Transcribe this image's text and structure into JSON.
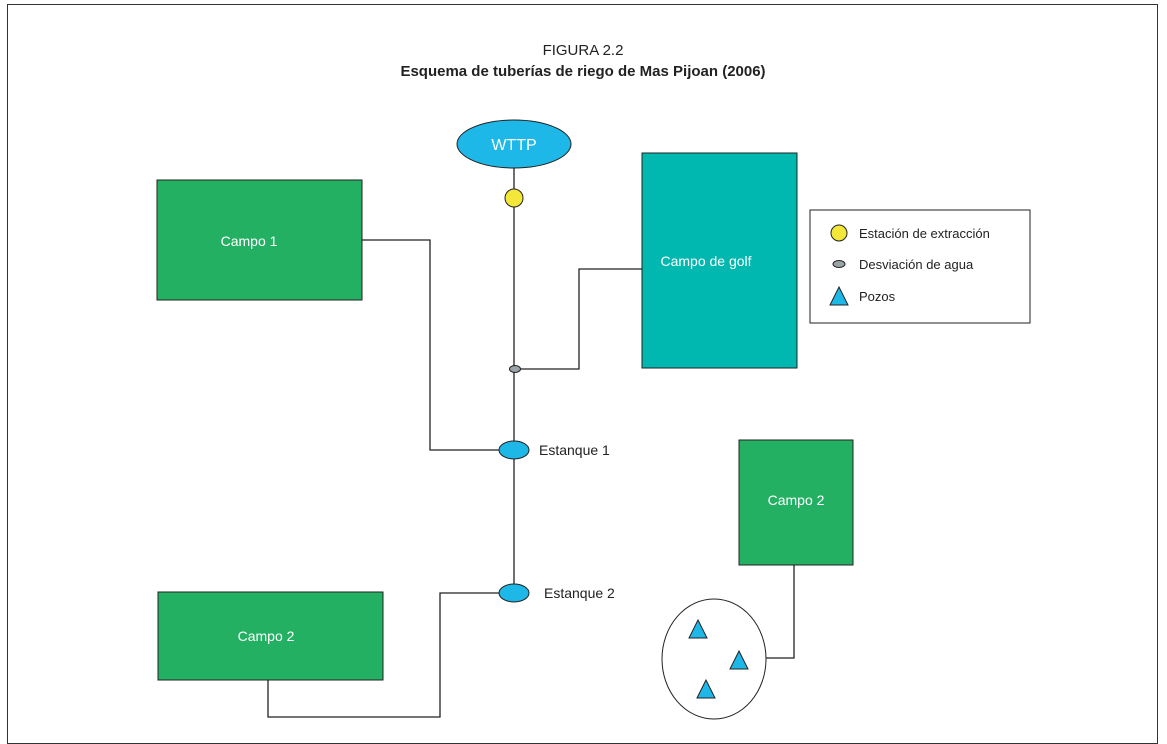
{
  "figure": {
    "label": "FIGURA 2.2",
    "title": "Esquema de tuberías de riego de Mas Pijoan (2006)"
  },
  "nodes": {
    "wttp": "WTTP",
    "campo1": "Campo 1",
    "campo_golf": "Campo de golf",
    "campo2_left": "Campo 2",
    "campo2_right": "Campo 2",
    "estanque1": "Estanque 1",
    "estanque2": "Estanque 2"
  },
  "legend": {
    "items": [
      {
        "label": "Estación de extracción",
        "icon": "yellow-circle-icon"
      },
      {
        "label": "Desviación de agua",
        "icon": "grey-oval-icon"
      },
      {
        "label": "Pozos",
        "icon": "blue-triangle-icon"
      }
    ]
  },
  "colors": {
    "field_green": "#24b063",
    "golf_teal": "#00b8b0",
    "water_blue": "#1db7e8",
    "extraction_yellow": "#f3e73a",
    "diversion_grey": "#9aa3a8",
    "pipe": "#222222"
  }
}
